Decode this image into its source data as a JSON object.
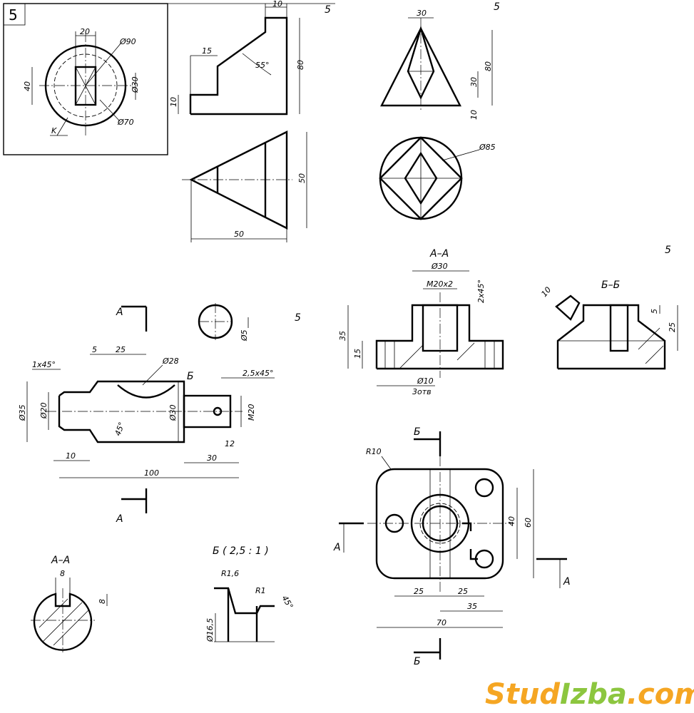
{
  "frame1": {
    "number": "5",
    "dims": [
      "20",
      "Ø90",
      "Ø30",
      "Ø70",
      "40",
      "K"
    ]
  },
  "prism": {
    "number": "5",
    "dims": [
      "10",
      "15",
      "55°",
      "80",
      "10",
      "50",
      "50"
    ]
  },
  "pyramid": {
    "number": "5",
    "dims": [
      "30",
      "80",
      "30",
      "10",
      "Ø85"
    ]
  },
  "shaft": {
    "number": "5",
    "dims": [
      "1x45°",
      "5",
      "25",
      "Ø28",
      "Б",
      "2,5x45°",
      "Ø35",
      "Ø20",
      "45°",
      "Ø30",
      "M20",
      "12",
      "10",
      "30",
      "100",
      "Ø5"
    ],
    "section_marks": [
      "А",
      "А"
    ]
  },
  "section_aa_small": {
    "title": "А–А",
    "dims": [
      "8",
      "8"
    ]
  },
  "detail_b": {
    "title": "Б ( 2,5 : 1 )",
    "dims": [
      "R1,6",
      "R1",
      "45°",
      "Ø16,5"
    ]
  },
  "flange_section_aa": {
    "title": "А–А",
    "dims": [
      "Ø30",
      "M20x2",
      "2x45°",
      "35",
      "15",
      "Ø10",
      "3отв"
    ]
  },
  "flange_section_bb": {
    "number": "5",
    "title": "Б–Б",
    "dims": [
      "10",
      "5",
      "25"
    ]
  },
  "flange_plan": {
    "dims": [
      "R10",
      "40",
      "60",
      "25",
      "25",
      "35",
      "70"
    ],
    "marks": [
      "Б",
      "Б",
      "А",
      "А"
    ]
  },
  "watermark": {
    "part1": "Stud",
    "part2": "Izba",
    "part3": ".com",
    "color1": "#f5a623",
    "color2": "#8cc63f"
  }
}
